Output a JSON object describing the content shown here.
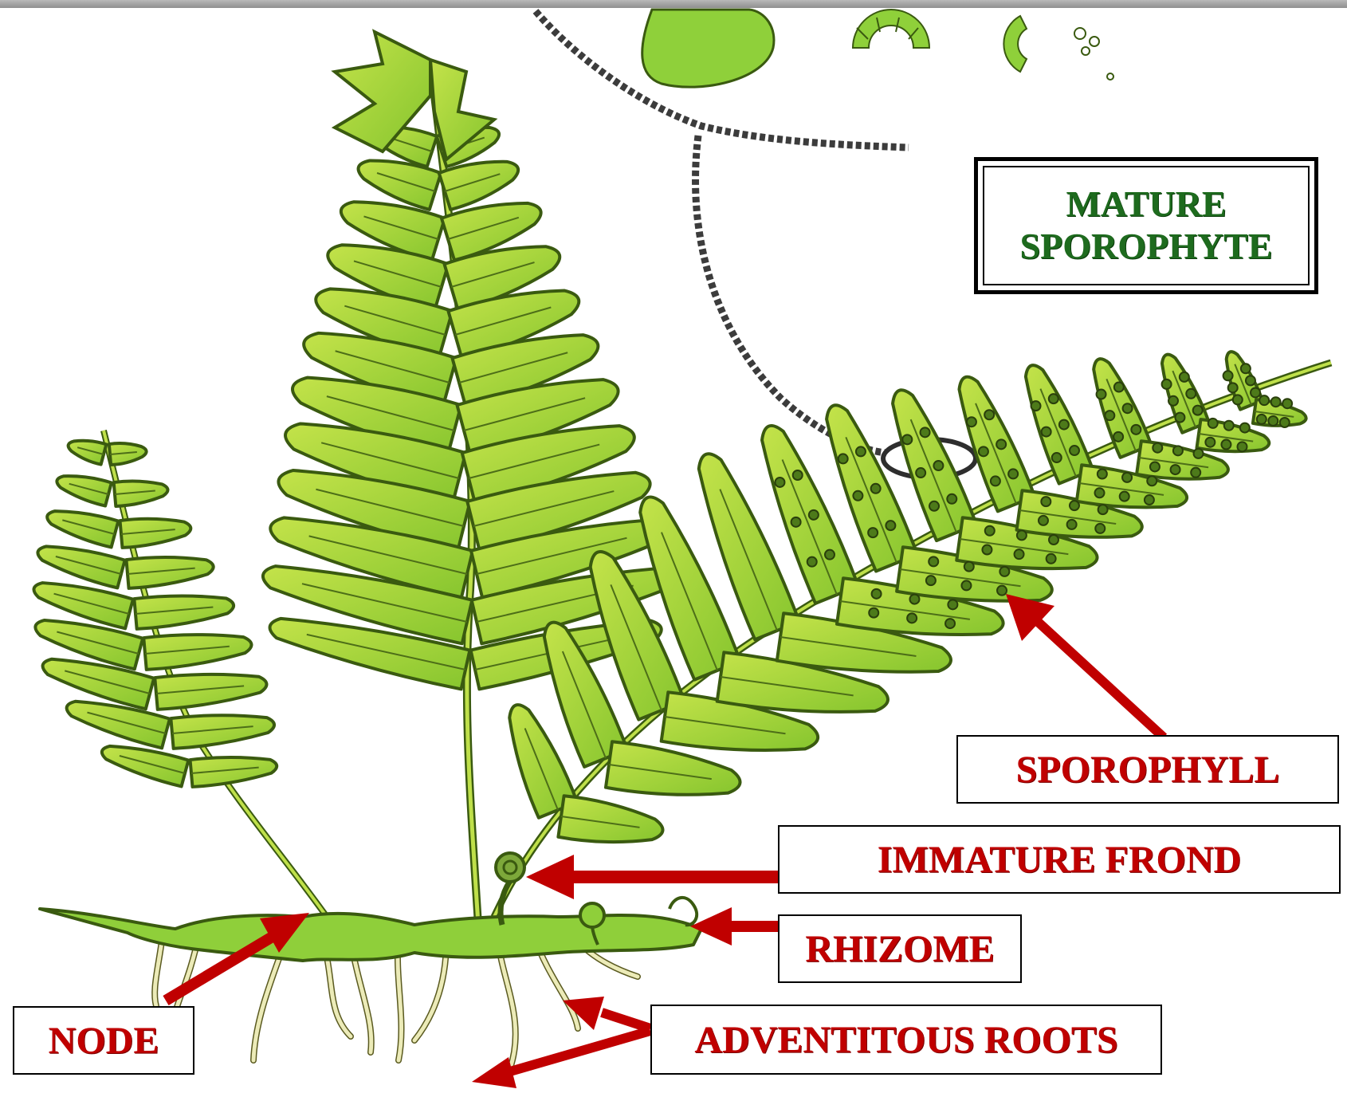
{
  "title": {
    "line1": "MATURE",
    "line2": "SPOROPHYTE",
    "color": "#1e6b1e"
  },
  "labels": {
    "sporophyll": "SPOROPHYLL",
    "immature_frond": "IMMATURE FROND",
    "rhizome": "RHIZOME",
    "node": "NODE",
    "adventitious_roots": "ADVENTITOUS ROOTS"
  },
  "colors": {
    "label_text": "#c00000",
    "arrow": "#c00000",
    "frond_fill": "#9bd43a",
    "frond_outline": "#3a5a10",
    "root": "#e8e6a8"
  }
}
